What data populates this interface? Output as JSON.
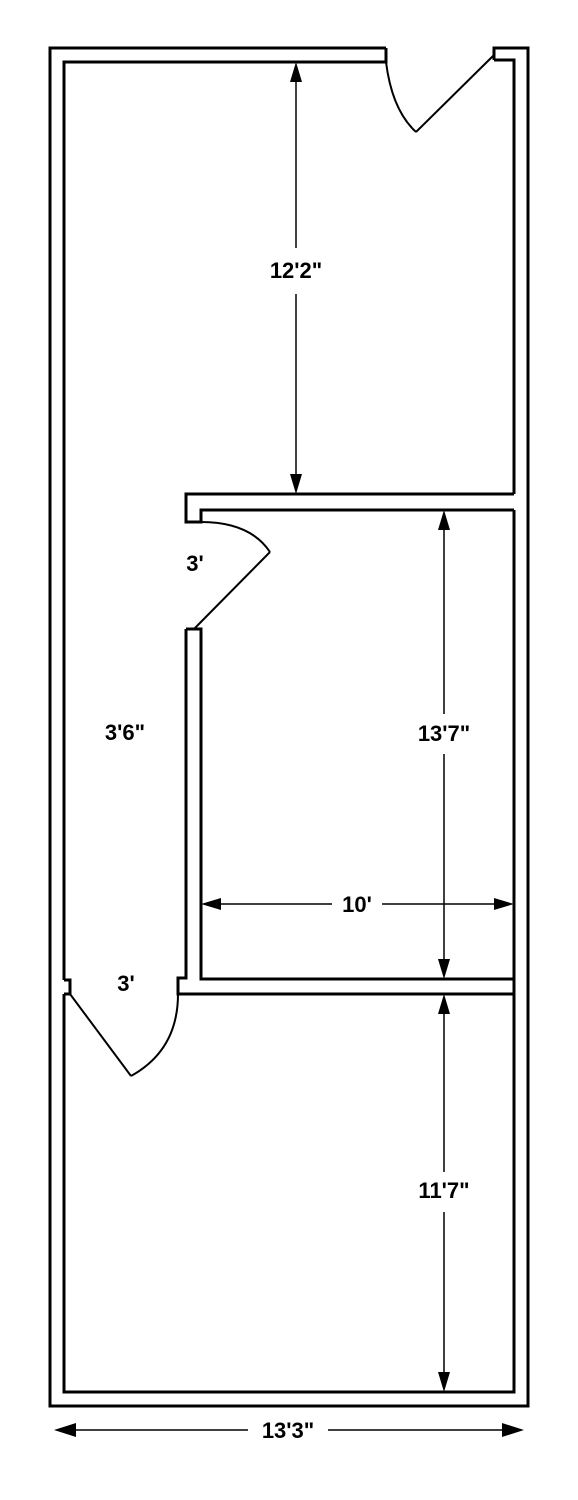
{
  "dimensions": {
    "top_room_height": "12'2\"",
    "middle_room_height": "13'7\"",
    "middle_room_width": "10'",
    "bottom_room_height": "11'7\"",
    "overall_width": "13'3\"",
    "hall_width": "3'6\"",
    "middle_door_width": "3'",
    "bottom_door_width": "3'"
  },
  "colors": {
    "line": "#000000",
    "background": "#ffffff"
  }
}
